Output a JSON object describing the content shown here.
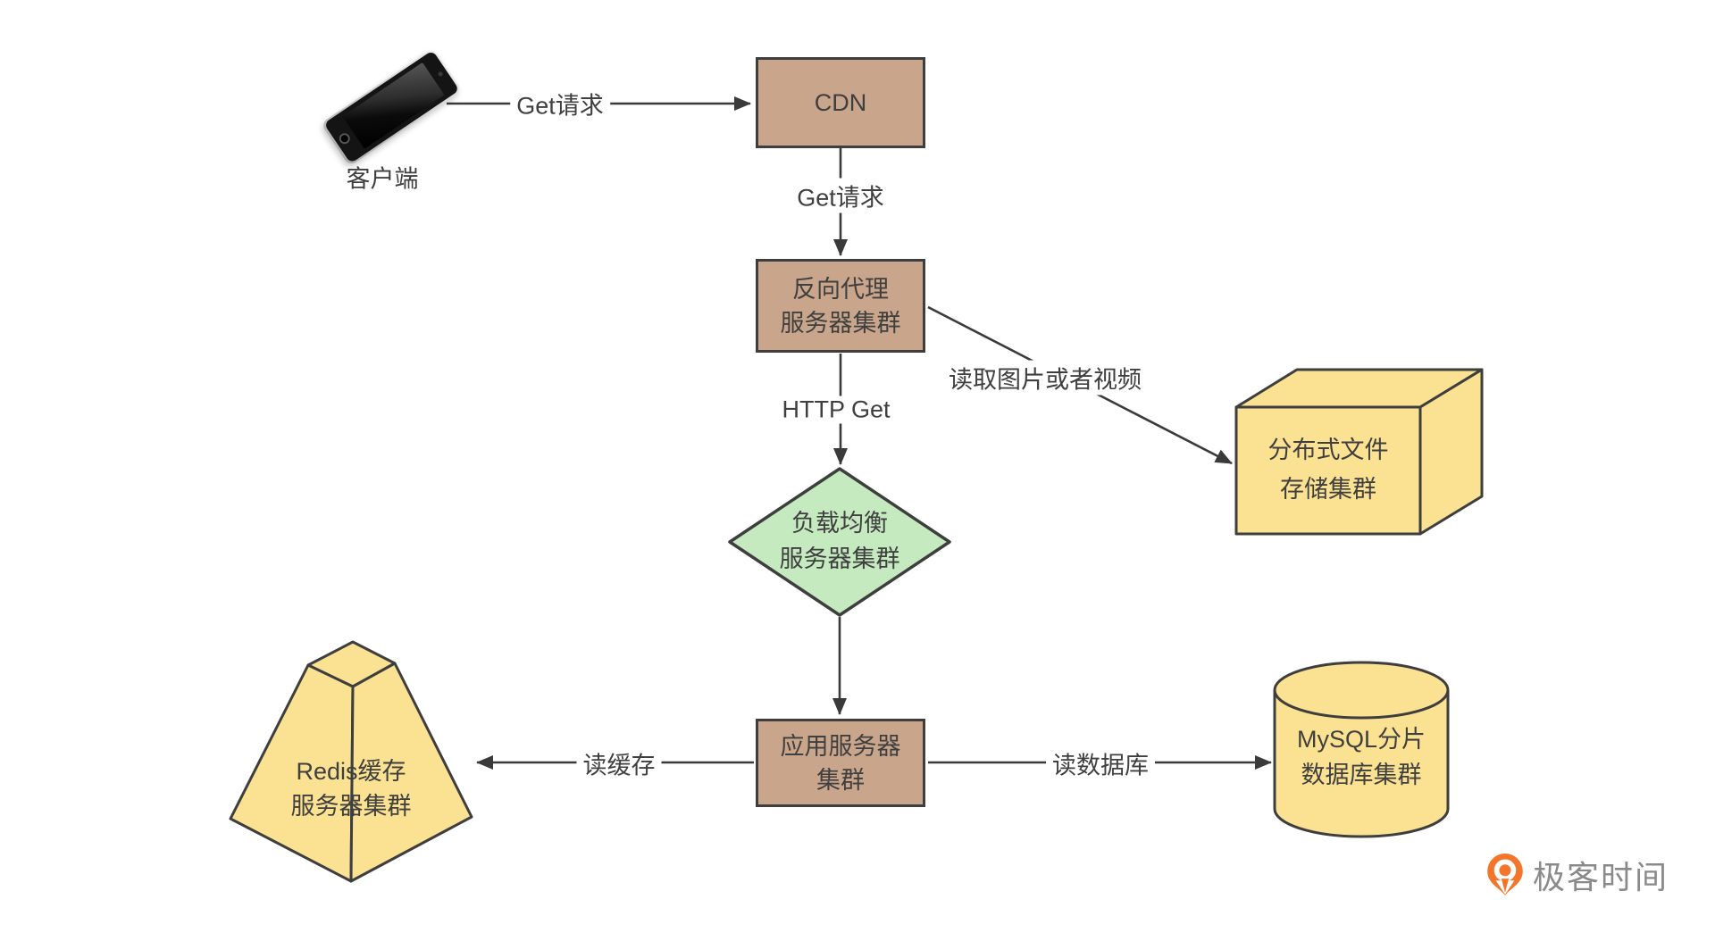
{
  "nodes": {
    "client": {
      "label": "客户端"
    },
    "cdn": {
      "label": "CDN"
    },
    "reverse_proxy": {
      "line1": "反向代理",
      "line2": "服务器集群"
    },
    "load_balancer": {
      "line1": "负载均衡",
      "line2": "服务器集群"
    },
    "app_server": {
      "line1": "应用服务器",
      "line2": "集群"
    },
    "file_storage": {
      "line1": "分布式文件",
      "line2": "存储集群"
    },
    "redis": {
      "line1": "Redis缓存",
      "line2": "服务器集群"
    },
    "mysql": {
      "line1": "MySQL分片",
      "line2": "数据库集群"
    }
  },
  "edges": {
    "client_to_cdn": {
      "label": "Get请求"
    },
    "cdn_to_proxy": {
      "label": "Get请求"
    },
    "proxy_to_lb": {
      "label": "HTTP Get"
    },
    "proxy_to_storage": {
      "label": "读取图片或者视频"
    },
    "app_to_redis": {
      "label": "读缓存"
    },
    "app_to_mysql": {
      "label": "读数据库"
    }
  },
  "branding": {
    "logo_text": "极客时间"
  },
  "colors": {
    "box_fill": "#C9A68B",
    "box_border": "#3E3E3E",
    "diamond_fill": "#C5EAC0",
    "yellow_fill": "#FBE293",
    "arrow": "#3A3A3A",
    "text": "#3F3F3F",
    "logo_orange": "#F4762B",
    "logo_text": "#8A8A8A"
  }
}
